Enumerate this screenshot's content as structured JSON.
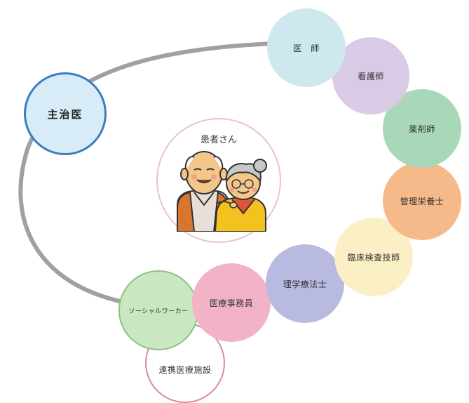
{
  "main_doctor": {
    "label": "主治医"
  },
  "patient": {
    "label": "患者さん"
  },
  "team": [
    {
      "label": "医　師",
      "color": "#cde8ef"
    },
    {
      "label": "看護師",
      "color": "#d9cbe6"
    },
    {
      "label": "薬剤師",
      "color": "#a8d8b8"
    },
    {
      "label": "管理栄養士",
      "color": "#f6b98a"
    },
    {
      "label": "臨床検査技師",
      "color": "#fbefc6"
    },
    {
      "label": "理学療法士",
      "color": "#b8badf"
    },
    {
      "label": "医療事務員",
      "color": "#f2b3c6"
    },
    {
      "label": "ソーシャルワーカー",
      "color": "#c9e7c0"
    },
    {
      "label": "連携医療施設",
      "color": "#ffffff"
    }
  ],
  "colors": {
    "ring": "#a0a0a0",
    "main_border": "#3a7cc0",
    "main_fill": "#d8ecf7"
  }
}
